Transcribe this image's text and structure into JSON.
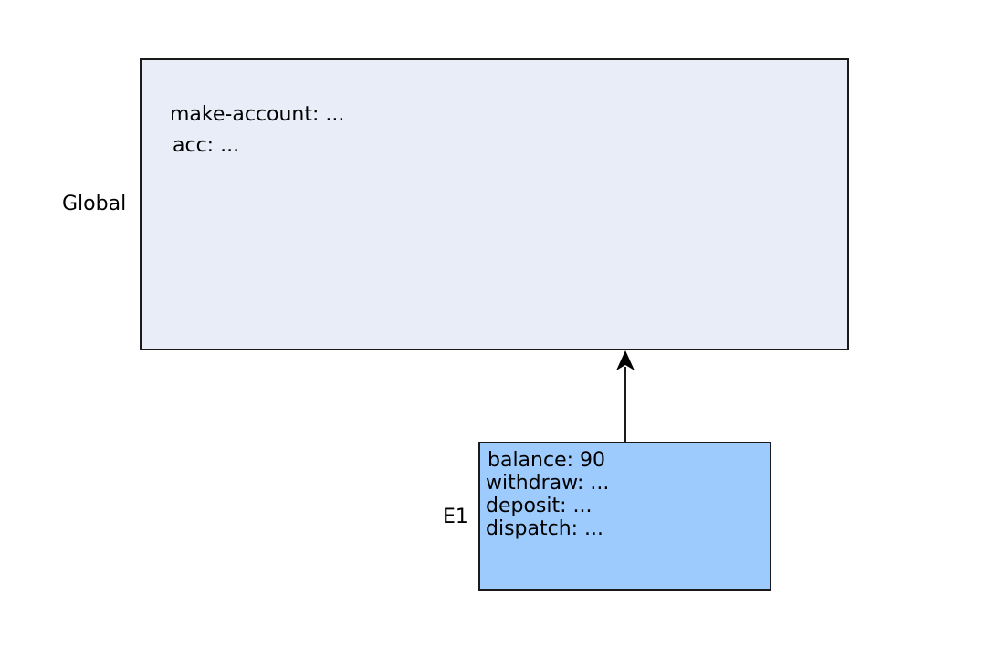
{
  "colors": {
    "global_fill": "#e8edf7",
    "e1_fill": "#9dcbfd",
    "stroke": "#1a1a1a"
  },
  "global": {
    "label": "Global",
    "bindings": [
      {
        "text": "make-account: ..."
      },
      {
        "text": "acc: ..."
      }
    ]
  },
  "e1": {
    "label": "E1",
    "bindings": [
      {
        "text": "balance: 90"
      },
      {
        "text": "withdraw: ..."
      },
      {
        "text": "deposit: ..."
      },
      {
        "text": "dispatch: ..."
      }
    ]
  }
}
